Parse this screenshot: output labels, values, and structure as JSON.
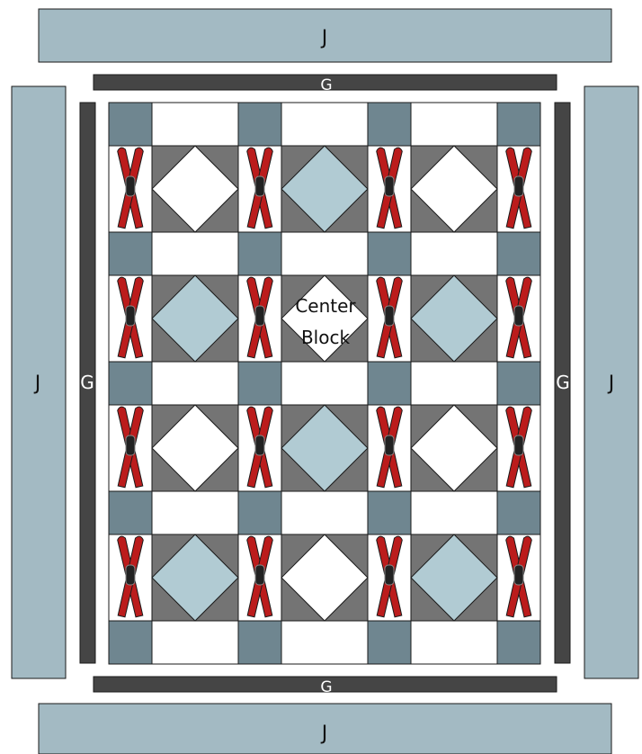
{
  "labels": {
    "border_outer": "J",
    "border_inner": "G",
    "center_line1": "Center",
    "center_line2": "Block"
  },
  "grid": {
    "rows": 4,
    "cols": 3,
    "diamond_pattern": [
      [
        "white",
        "blue",
        "white"
      ],
      [
        "blue",
        "white",
        "blue"
      ],
      [
        "white",
        "blue",
        "white"
      ],
      [
        "blue",
        "white",
        "blue"
      ]
    ],
    "center_block": {
      "row": 1,
      "col": 1
    }
  },
  "colors": {
    "outer_border": "#a3bac3",
    "inner_border": "#454545",
    "cornerstone": "#6f8690",
    "sashing": "#ffffff",
    "block_background": "#747474",
    "diamond_white": "#ffffff",
    "diamond_blue": "#b1cbd3",
    "ski": "#bb1c1c",
    "outline": "#1a1a1a"
  },
  "icons": {
    "ski": "crossed-skis-icon"
  }
}
